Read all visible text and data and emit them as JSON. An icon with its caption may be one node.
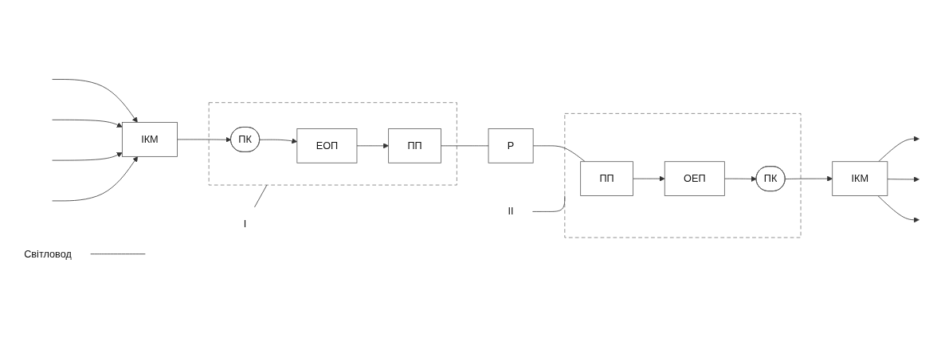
{
  "diagram": {
    "nodes": [
      {
        "text": [],
        "shape": "box"
      },
      {
        "text": [
          "ЕОП"
        ],
        "in": 0
      },
      {
        "text": [
          "ПП"
        ],
        "in": 0
      },
      {
        "text": [
          "ПК"
        ],
        "in": 0
      },
      {
        "text": [
          "ІКМ"
        ]
      },
      {
        "text": [
          "Р"
        ]
      },
      {
        "text": [],
        "shape": "box"
      },
      {
        "text": [
          "ПП"
        ],
        "in": 6
      },
      {
        "text": [
          "ОЕП"
        ],
        "in": 6
      },
      {
        "text": [
          "ПК"
        ],
        "in": 6
      },
      {
        "text": [
          "ІКМ"
        ]
      },
      {
        "text": [
          "Світловод"
        ]
      },
      {
        "text": [
          "I"
        ]
      },
      {
        "text": [
          "II"
        ]
      }
    ],
    "edges": [
      {
        "from": 4,
        "to": 3,
        "arrow": "to"
      },
      {
        "from": 3,
        "to": 1,
        "arrow": "to"
      },
      {
        "from": 1,
        "to": 2,
        "arrow": "to"
      },
      {
        "from": 2,
        "to": 5,
        "arrow": "none"
      },
      {
        "from": 5,
        "to": 7,
        "arrow": "none"
      },
      {
        "from": 7,
        "to": 8,
        "arrow": "to"
      },
      {
        "from": 8,
        "to": 9,
        "arrow": "to"
      },
      {
        "from": 9,
        "to": 10,
        "arrow": "to"
      },
      {
        "from": null,
        "to": 4,
        "arrow": "to"
      },
      {
        "from": null,
        "to": 4,
        "arrow": "to"
      },
      {
        "from": null,
        "to": 4,
        "arrow": "to"
      },
      {
        "from": null,
        "to": 4,
        "arrow": "to"
      },
      {
        "from": 10,
        "to": null,
        "arrow": "to"
      },
      {
        "from": 10,
        "to": null,
        "arrow": "to"
      },
      {
        "from": 10,
        "to": null,
        "arrow": "to"
      },
      {
        "from": 11,
        "to": null,
        "arrow": "none"
      },
      {
        "from": 12,
        "to": 0,
        "arrow": "none"
      },
      {
        "from": 13,
        "to": 6,
        "arrow": "none"
      }
    ]
  }
}
